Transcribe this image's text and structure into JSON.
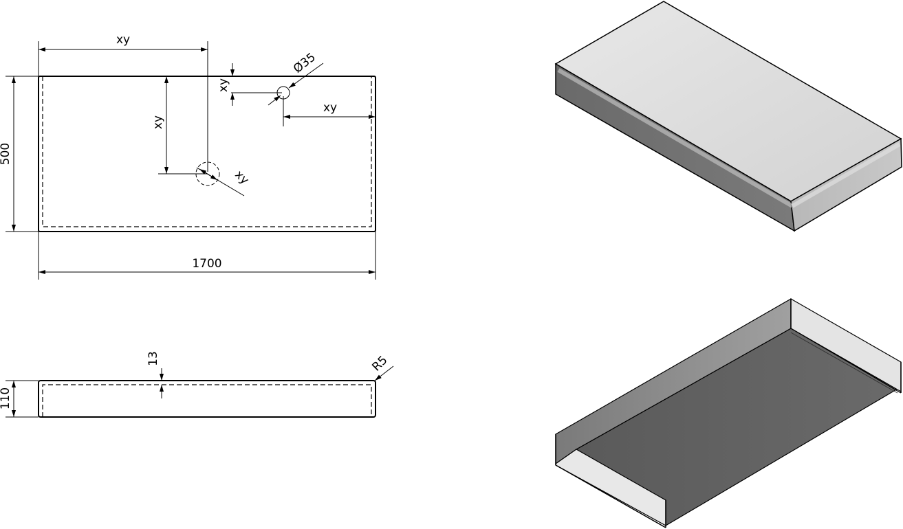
{
  "top_view": {
    "dim_xy_top": "xy",
    "dim_xy_vertical": "xy",
    "dim_xy_hole_offset": "xy",
    "dim_xy_right": "xy",
    "dim_xy_diag": "xy",
    "dim_diameter": "Ø35",
    "dim_height": "500",
    "dim_length": "1700"
  },
  "side_view": {
    "dim_thickness": "13",
    "dim_radius": "R5",
    "dim_height": "110"
  },
  "colors": {
    "line": "#000000",
    "iso_top_face": "#dcdcdc",
    "iso_front_face": "#9a9a9a",
    "iso_side_face": "#6e6e6e",
    "iso_inner_dark": "#606060",
    "iso_inner_light": "#e6e6e6",
    "iso_back_wall": "#8a8a8a"
  }
}
